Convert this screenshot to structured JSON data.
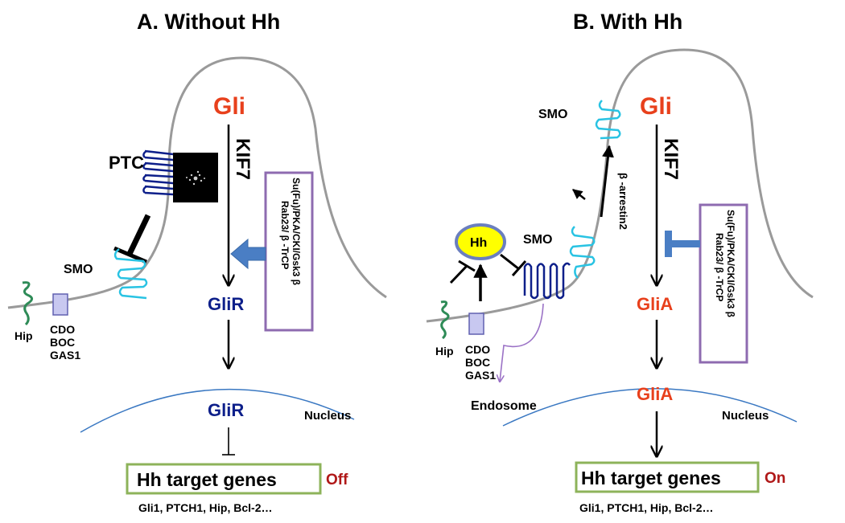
{
  "colors": {
    "gli": "#e8401c",
    "glir": "#0d1f8a",
    "smo": "#29c3e3",
    "ptc": "#0d1f8a",
    "hip": "#2e8b57",
    "membrane": "#9a9a9a",
    "nucleus": "#3a78c2",
    "inhibitor_box": "#8e6bb0",
    "target_box": "#8db35a",
    "state": "#b01818",
    "block_arrow": "#4a7ec4",
    "hh_fill": "#ffff00",
    "hh_stroke": "#6b7fbf"
  },
  "panel_a": {
    "title": "A. Without Hh",
    "gli": "Gli",
    "kif7": "KIF7",
    "ptc": "PTC",
    "smo": "SMO",
    "hip": "Hip",
    "cdo": "CDO",
    "boc": "BOC",
    "gas1": "GAS1",
    "glir_cyto": "GliR",
    "glir_nuc": "GliR",
    "nucleus": "Nucleus",
    "inhibitor_line1": "Su(Fu)/PKA/CKI/Gsk3 β",
    "inhibitor_line2": "Rab23/ β -TrCP",
    "target_genes": "Hh target genes",
    "state": "Off",
    "genes": "Gli1, PTCH1, Hip, Bcl-2…"
  },
  "panel_b": {
    "title": "B. With Hh",
    "gli": "Gli",
    "kif7": "KIF7",
    "smo_top": "SMO",
    "smo_mid": "SMO",
    "arrestin": "β -arrestin2",
    "hh": "Hh",
    "hip": "Hip",
    "cdo": "CDO",
    "boc": "BOC",
    "gas1": "GAS1",
    "endosome": "Endosome",
    "glia_cyto": "GliA",
    "glia_nuc": "GliA",
    "nucleus": "Nucleus",
    "inhibitor_line1": "Su(Fu)/PKA/CKI/Gsk3 β",
    "inhibitor_line2": "Rab23/ β -TrCP",
    "target_genes": "Hh target genes",
    "state": "On",
    "genes": "Gli1, PTCH1, Hip, Bcl-2…"
  }
}
